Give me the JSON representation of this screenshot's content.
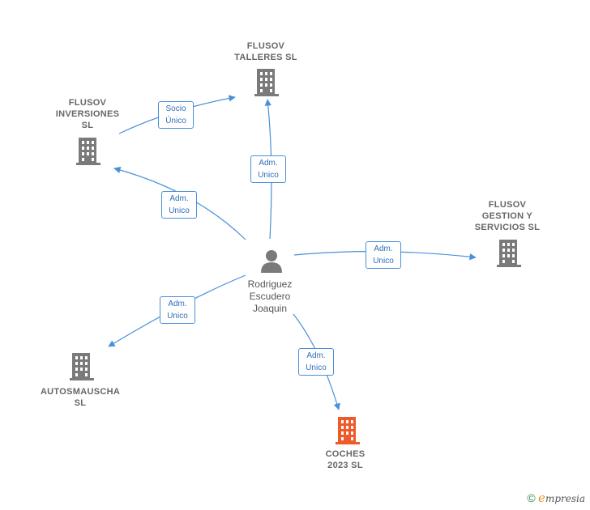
{
  "colors": {
    "edge": "#4a90d9",
    "building_default": "#7a7a7a",
    "building_highlight": "#f05a28",
    "person": "#7a7a7a"
  },
  "nodes": {
    "center": {
      "name": "Rodriguez\nEscudero\nJoaquin",
      "icon": "person-icon"
    },
    "talleres": {
      "name": "FLUSOV\nTALLERES  SL",
      "icon": "building-icon"
    },
    "inversiones": {
      "name": "FLUSOV\nINVERSIONES\nSL",
      "icon": "building-icon"
    },
    "gestion": {
      "name": "FLUSOV\nGESTION Y\nSERVICIOS  SL",
      "icon": "building-icon"
    },
    "autosmauscha": {
      "name": "AUTOSMAUSCHA\nSL",
      "icon": "building-icon"
    },
    "coches": {
      "name": "COCHES\n2023  SL",
      "icon": "building-icon",
      "highlight": true
    }
  },
  "edges": {
    "to_talleres": "Adm.\nUnico",
    "to_inversiones": "Adm.\nUnico",
    "to_gestion": "Adm.\nUnico",
    "to_autosmauscha": "Adm.\nUnico",
    "to_coches": "Adm.\nUnico",
    "inversiones_to_talleres": "Socio\nÚnico"
  },
  "brand": {
    "copyright": "©",
    "e": "e",
    "rest": "mpresia"
  }
}
